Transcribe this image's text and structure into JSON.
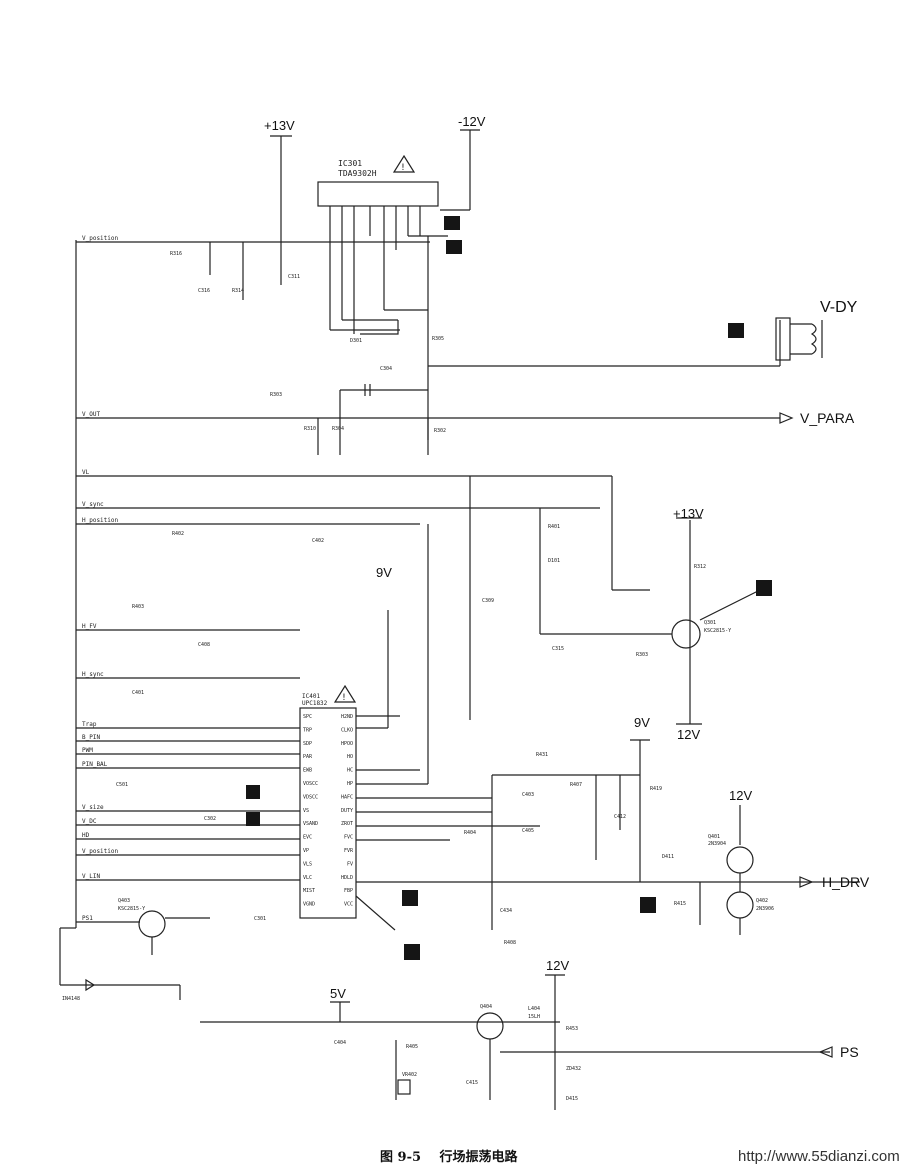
{
  "rails": {
    "p13v_top": "+13V",
    "n12v_top": "-12V",
    "p9v_mid": "9V",
    "p9v_right": "9V",
    "p13v_right": "+13V",
    "n12v_right": "12V",
    "p12v_hout": "12V",
    "p5v": "5V",
    "p12v_ps": "12V"
  },
  "outputs": {
    "vdy": "V-DY",
    "vpara": "V_PARA",
    "hdrv": "H_DRV",
    "ps": "PS"
  },
  "ics": {
    "ic301_ref": "IC301",
    "ic301_part": "TDA9302H",
    "ic401_ref": "IC401",
    "ic401_part": "UPC1832"
  },
  "signals": {
    "v_position": "V_position",
    "v_out": "V_OUT",
    "vl": "VL",
    "v_sync": "V_sync",
    "h_position": "H_position",
    "h_fv": "H_FV",
    "h_sync": "H_sync",
    "trap": "Trap",
    "b_pin": "B_PIN",
    "pwm": "PWM",
    "pin_bal": "PIN_BAL",
    "v_size": "V_size",
    "v_dc": "V_DC",
    "hd": "HD",
    "v_lin": "V_LIN",
    "ps1": "PS1",
    "v_position2": "V_position"
  },
  "ic401_pins_left": [
    "SPC",
    "TRP",
    "SDP",
    "PAR",
    "EWB",
    "VOSCC",
    "VDSCC",
    "VS",
    "VSAND",
    "EVC",
    "VP",
    "VLS",
    "VLC",
    "MIST",
    "VGND"
  ],
  "ic401_pins_right": [
    "H2ND",
    "CLKO",
    "HPOO",
    "HO",
    "HC",
    "HP",
    "HAFC",
    "DUTY",
    "ZROT",
    "FVC",
    "FVR",
    "FV",
    "HDLD",
    "FBP",
    "VCC"
  ],
  "components": {
    "r316": "R316",
    "r314": "R314",
    "c316": "C316",
    "c311": "C311",
    "d301": "D301",
    "r305": "R305",
    "c304": "C304",
    "r303": "R303",
    "r310": "R310",
    "r304": "R304",
    "r302": "R302",
    "c315": "C315",
    "r402": "R402",
    "c402": "C402",
    "r403": "R403",
    "c408": "C408",
    "c401": "C401",
    "r401": "R401",
    "d101": "D101",
    "c309": "C309",
    "q301": "Q301",
    "q301_part": "KSC2815-Y",
    "r312": "R312",
    "r303b": "R303",
    "c403": "C403",
    "c405": "C405",
    "c412": "C412",
    "r404": "R404",
    "r419": "R419",
    "q401": "Q401",
    "q401_part": "2N3904",
    "q402": "Q402",
    "q402_part": "2N3906",
    "d411": "D411",
    "d411_part": "IN4148",
    "r415": "R415",
    "q403": "Q403",
    "q403_part": "KSC2815-Y",
    "c434": "C434",
    "r408": "R408",
    "q404": "Q404",
    "l404": "L404",
    "l404_val": "15LH",
    "r453": "R453",
    "zd432": "ZD432",
    "d415": "D415",
    "c415": "C415",
    "vr402": "VR402",
    "r405": "R405",
    "c404": "C404",
    "r407": "R407",
    "r431": "R431",
    "c501": "C501",
    "c302": "C302",
    "c301": "C301"
  },
  "caption": {
    "fig": "图 9-5",
    "title": "行场振荡电路"
  },
  "watermark": "http://www.55dianzi.com"
}
